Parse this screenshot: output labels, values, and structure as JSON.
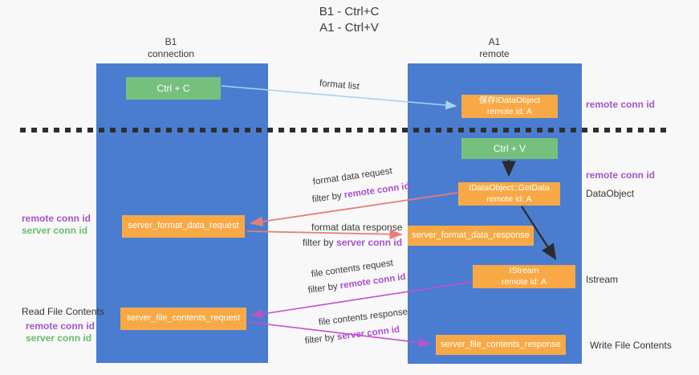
{
  "title": {
    "line1": "B1 - Ctrl+C",
    "line2": "A1 - Ctrl+V"
  },
  "lanes": {
    "left": {
      "name": "B1",
      "role": "connection"
    },
    "right": {
      "name": "A1",
      "role": "remote"
    }
  },
  "nodes": {
    "ctrl_c": {
      "label": "Ctrl + C"
    },
    "ctrl_v": {
      "label": "Ctrl + V"
    },
    "save_dataobject": {
      "line1": "保存IDataObject",
      "line2": "remote id: A"
    },
    "getdata": {
      "line1": "IDataObject::GetData",
      "line2": "remote id: A"
    },
    "istream": {
      "line1": "IStream",
      "line2": "remote id: A"
    },
    "server_format_data_request": {
      "label": "server_format_data_request"
    },
    "server_format_data_response": {
      "label": "server_format_data_response"
    },
    "server_file_contents_request": {
      "label": "server_file_contents_request"
    },
    "server_file_contents_response": {
      "label": "server_file_contents_response"
    }
  },
  "annotations": {
    "right": {
      "remote_conn_id_top": "remote conn id",
      "remote_conn_id_mid": "remote conn id",
      "dataobject": "DataObject",
      "istream": "Istream",
      "write_file_contents": "Write File Contents"
    },
    "left": {
      "format_remote": "remote conn id",
      "format_server": "server conn id",
      "read_file_contents": "Read File Contents",
      "file_remote": "remote conn id",
      "file_server": "server conn id"
    }
  },
  "flows": {
    "format_list": "format list",
    "format_data_request": "format data request",
    "format_data_request_filter": {
      "prefix": "filter by",
      "key": "remote conn id"
    },
    "format_data_response": "format data response",
    "format_data_response_filter": {
      "prefix": "filter by",
      "key": "server conn id"
    },
    "file_contents_request": "file contents request",
    "file_contents_request_filter": {
      "prefix": "filter by",
      "key": "remote conn id"
    },
    "file_contents_response": "file contents response",
    "file_contents_response_filter": {
      "prefix": "filter by",
      "key": "server conn id"
    }
  },
  "colors": {
    "lane_blue": "#4a7dd0",
    "node_green": "#76c07d",
    "node_orange": "#f8a945",
    "arrow_light_blue": "#a9d2ee",
    "arrow_black": "#2b2b2b",
    "arrow_salmon": "#e87d76",
    "arrow_magenta": "#c750c9",
    "text_purple": "#a455c8",
    "text_green": "#68bd6b",
    "background": "#f8f8f8"
  }
}
